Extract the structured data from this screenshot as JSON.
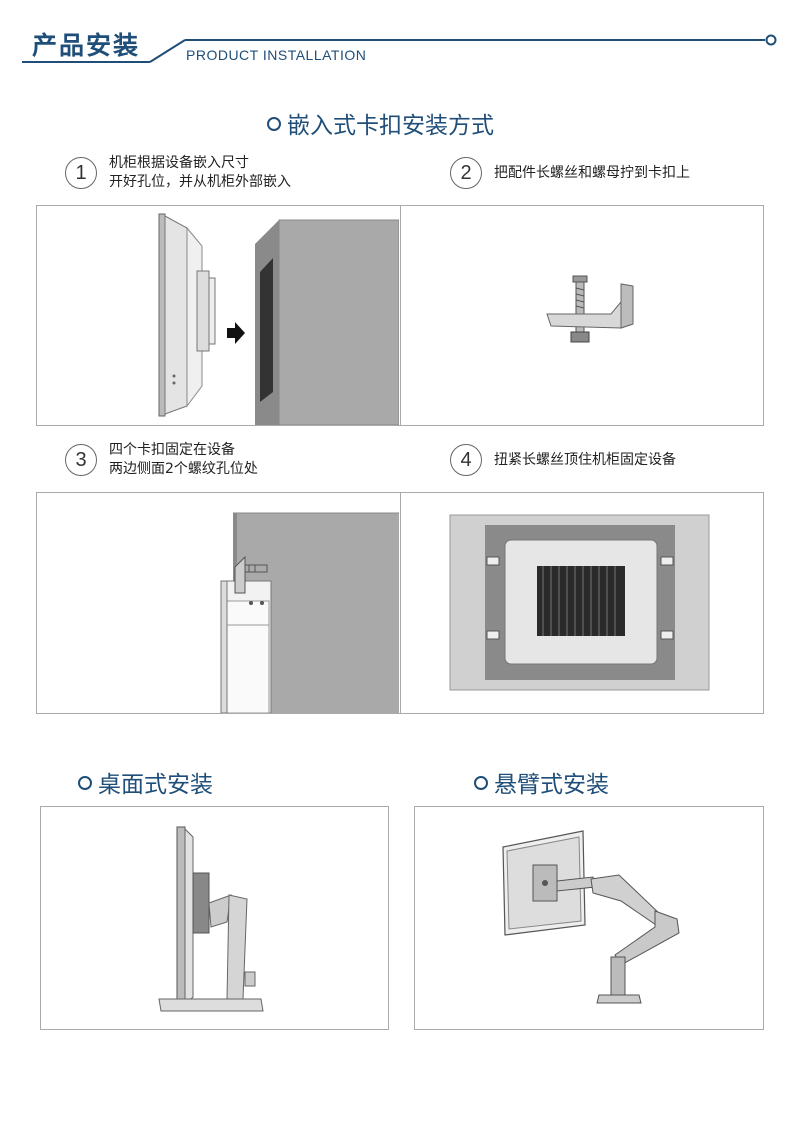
{
  "header": {
    "title": "产品安装",
    "subtitle": "PRODUCT INSTALLATION"
  },
  "embed_section": {
    "title": "嵌入式卡扣安装方式",
    "steps": [
      {
        "num": "1",
        "line1": "机柜根据设备嵌入尺寸",
        "line2": "开好孔位，并从机柜外部嵌入"
      },
      {
        "num": "2",
        "line1": "把配件长螺丝和螺母拧到卡扣上",
        "line2": ""
      },
      {
        "num": "3",
        "line1": "四个卡扣固定在设备",
        "line2": "两边侧面2个螺纹孔位处"
      },
      {
        "num": "4",
        "line1": "扭紧长螺丝顶住机柜固定设备",
        "line2": ""
      }
    ]
  },
  "desk_section": {
    "title": "桌面式安装"
  },
  "arm_section": {
    "title": "悬臂式安装"
  },
  "colors": {
    "accent": "#1f4e79",
    "panel_border": "#aaaaaa",
    "device_gray": "#a9a9a9"
  }
}
